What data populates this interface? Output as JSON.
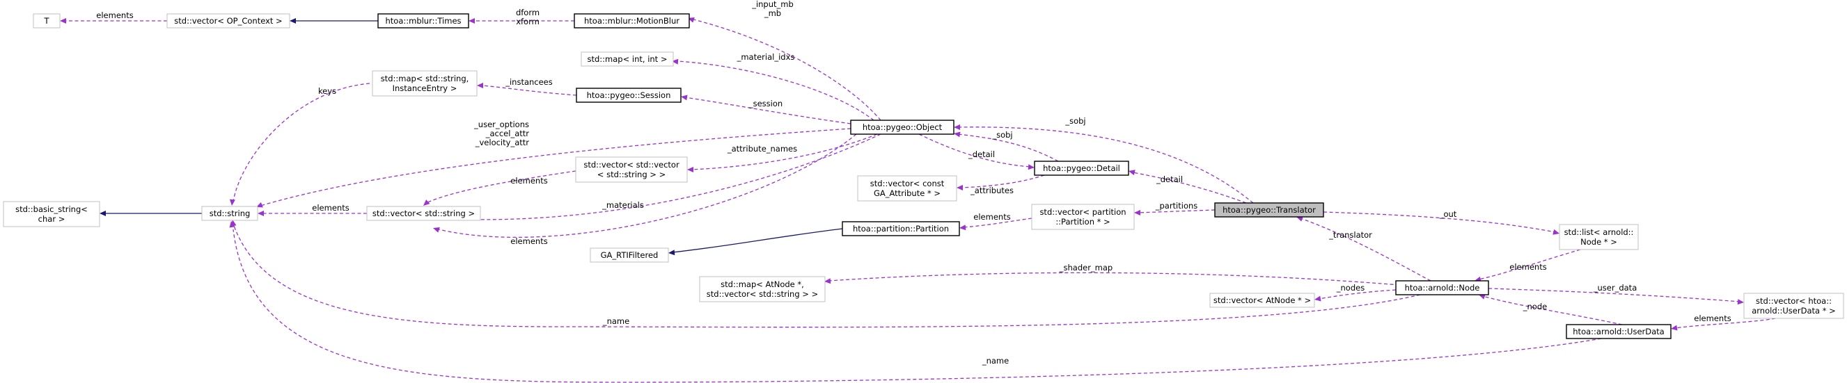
{
  "colors": {
    "usage_edge": "#9a32cd",
    "inherit_edge": "#191970",
    "focus_fill": "#bfbfbf",
    "plain_border": "#c0c0c0"
  },
  "nodes": {
    "t": [
      "T"
    ],
    "vec_op_context": [
      "std::vector< OP_Context >"
    ],
    "mblur_times": [
      "htoa::mblur::Times"
    ],
    "mblur_motionblur": [
      "htoa::mblur::MotionBlur"
    ],
    "map_int_int": [
      "std::map< int, int >"
    ],
    "map_string_instancee": [
      "std::map< std::string,",
      "InstanceEntry >"
    ],
    "pygeo_session": [
      "htoa::pygeo::Session"
    ],
    "pygeo_object": [
      "htoa::pygeo::Object"
    ],
    "vec_vec_string": [
      "std::vector< std::vector",
      "< std::string > >"
    ],
    "pygeo_detail": [
      "htoa::pygeo::Detail"
    ],
    "vec_ga_attribute": [
      "std::vector< const",
      "GA_Attribute * >"
    ],
    "basic_string": [
      "std::basic_string<",
      "char >"
    ],
    "std_string": [
      "std::string"
    ],
    "vec_string": [
      "std::vector< std::string >"
    ],
    "vec_partition": [
      "std::vector< partition",
      "::Partition * >"
    ],
    "pygeo_translator": [
      "htoa::pygeo::Translator"
    ],
    "partition_partition": [
      "htoa::partition::Partition"
    ],
    "ga_rtifiltered": [
      "GA_RTIFiltered"
    ],
    "list_node": [
      "std::list< arnold::",
      "Node * >"
    ],
    "map_atnode": [
      "std::map< AtNode *,",
      "std::vector< std::string > >"
    ],
    "vec_atnode": [
      "std::vector< AtNode * >"
    ],
    "arnold_node": [
      "htoa::arnold::Node"
    ],
    "vec_userdata": [
      "std::vector< htoa::",
      "arnold::UserData * >"
    ],
    "arnold_userdata": [
      "htoa::arnold::UserData"
    ]
  },
  "edge_labels": {
    "elements_t": [
      "elements"
    ],
    "dform_xform": [
      "dform",
      "xform"
    ],
    "input_mb": [
      "_input_mb",
      "_mb"
    ],
    "material_idxs": [
      "_material_idxs"
    ],
    "keys": [
      "keys"
    ],
    "instancees": [
      "_instancees"
    ],
    "session": [
      "_session"
    ],
    "user_options": [
      "_user_options",
      "_accel_attr",
      "_velocity_attr"
    ],
    "attribute_names": [
      "_attribute_names"
    ],
    "sobj_translator": [
      "_sobj"
    ],
    "sobj_detail": [
      "_sobj"
    ],
    "detail_obj": [
      "_detail"
    ],
    "attributes": [
      "_attributes"
    ],
    "detail_translator": [
      "_detail"
    ],
    "elements_vvs": [
      "elements"
    ],
    "elements_string": [
      "elements"
    ],
    "materials": [
      "_materials"
    ],
    "partitions": [
      "_partitions"
    ],
    "elements_partition": [
      "elements"
    ],
    "out": [
      "_out"
    ],
    "elements_map": [
      "elements"
    ],
    "translator": [
      "_translator"
    ],
    "elements_list": [
      "elements"
    ],
    "shader_map": [
      "_shader_map"
    ],
    "nodes": [
      "_nodes"
    ],
    "user_data": [
      "_user_data"
    ],
    "node": [
      "_node"
    ],
    "elements_userdata": [
      "elements"
    ],
    "name_node": [
      "_name"
    ],
    "name_userdata": [
      "_name"
    ]
  }
}
